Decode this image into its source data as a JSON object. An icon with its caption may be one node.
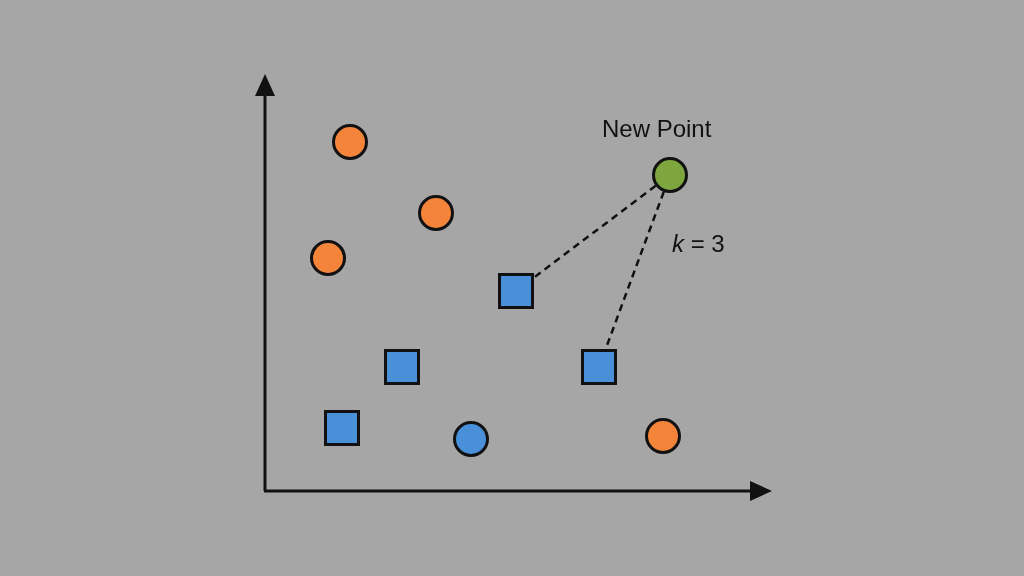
{
  "diagram": {
    "nodes": [
      {
        "text": [],
        "shape": "circle"
      },
      {
        "text": [],
        "shape": "circle",
        "beside": [
          "New Point"
        ]
      },
      {
        "text": [],
        "shape": "circle"
      },
      {
        "text": [],
        "shape": "circle"
      },
      {
        "text": [],
        "shape": "box"
      },
      {
        "text": [],
        "shape": "box"
      },
      {
        "text": [],
        "shape": "box"
      },
      {
        "text": [],
        "shape": "box"
      },
      {
        "text": [],
        "shape": "circle"
      },
      {
        "text": [],
        "shape": "circle"
      }
    ],
    "edges": [
      {
        "from": 1,
        "to": 4,
        "arrow": "none",
        "style": "dashed"
      },
      {
        "from": 1,
        "to": 6,
        "arrow": "none",
        "style": "dashed"
      }
    ],
    "labels": [
      "*k* = 3"
    ]
  }
}
